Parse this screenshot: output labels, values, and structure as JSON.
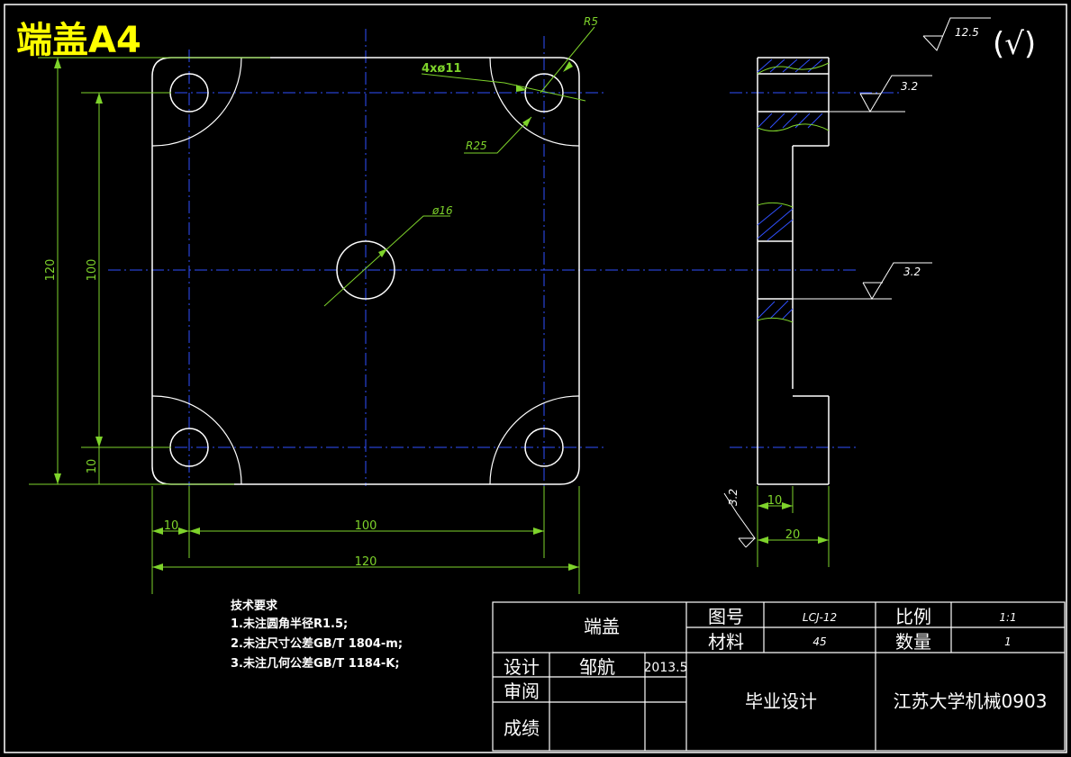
{
  "title": "端盖A4",
  "roughness": {
    "general": "12.5",
    "general_suffix": "(√)",
    "face_top": "3.2",
    "face_mid": "3.2",
    "face_bottom": "3.2"
  },
  "dims": {
    "hole_callout": "4xø11",
    "r5": "R5",
    "r25": "R25",
    "d16": "ø16",
    "h120": "120",
    "h100": "100",
    "h10": "10",
    "w10": "10",
    "w100": "100",
    "w120": "120",
    "side10": "10",
    "side20": "20"
  },
  "notes": {
    "heading": "技术要求",
    "items": [
      "1.未注圆角半径R1.5;",
      "2.未注尺寸公差GB/T 1804-m;",
      "3.未注几何公差GB/T 1184-K;"
    ]
  },
  "title_block": {
    "part_name": "端盖",
    "drawing_no_label": "图号",
    "drawing_no": "LCJ-12",
    "material_label": "材料",
    "material": "45",
    "scale_label": "比例",
    "scale": "1:1",
    "quantity_label": "数量",
    "quantity": "1",
    "design_label": "设计",
    "designer": "邹航",
    "date": "2013.5",
    "review_label": "审阅",
    "grade_label": "成绩",
    "project": "毕业设计",
    "school": "江苏大学机械0903"
  }
}
